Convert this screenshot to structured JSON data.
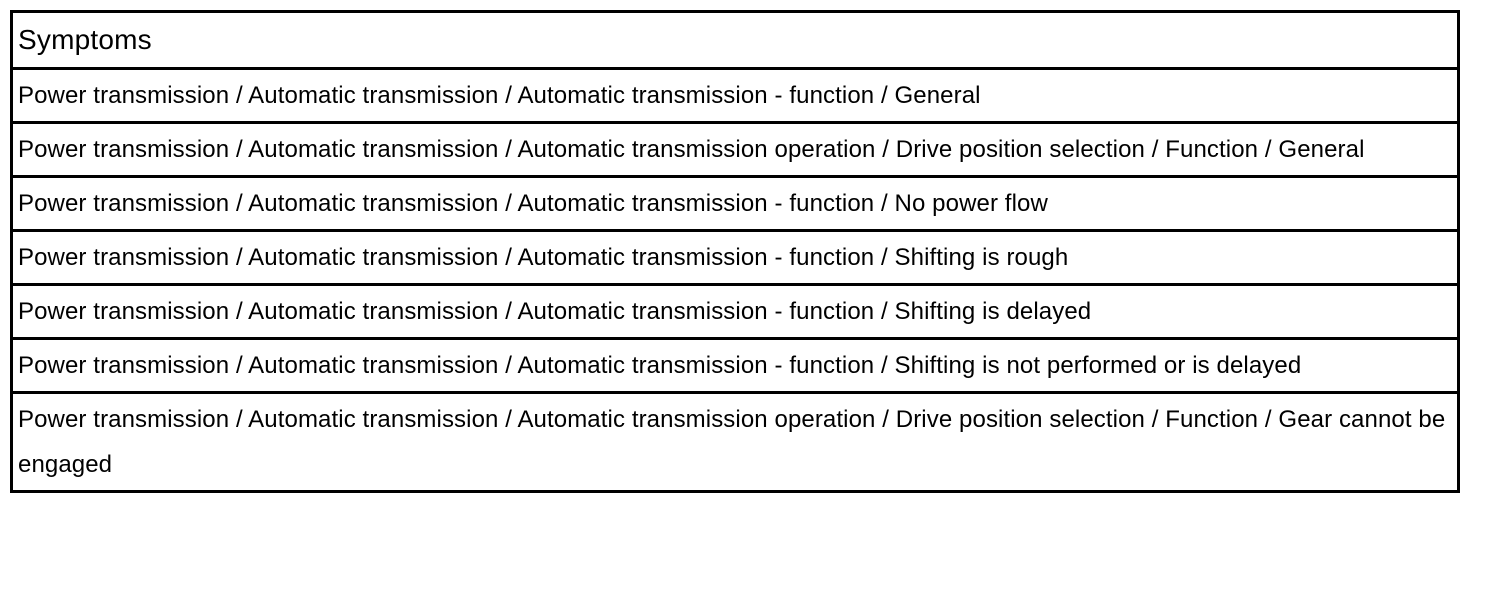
{
  "table": {
    "header": "Symptoms",
    "rows": [
      "Power transmission / Automatic transmission / Automatic transmission - function / General",
      "Power transmission / Automatic transmission / Automatic transmission operation / Drive position selection / Function / General",
      "Power transmission / Automatic transmission / Automatic transmission - function / No power flow",
      "Power transmission / Automatic transmission / Automatic transmission - function / Shifting is rough",
      "Power transmission / Automatic transmission / Automatic transmission - function / Shifting is delayed",
      "Power transmission / Automatic transmission / Automatic transmission - function / Shifting is not performed or is delayed",
      "Power transmission / Automatic transmission / Automatic transmission operation / Drive position selection / Function / Gear cannot be engaged"
    ]
  },
  "colors": {
    "border": "#000000",
    "text": "#000000",
    "background": "#ffffff"
  }
}
